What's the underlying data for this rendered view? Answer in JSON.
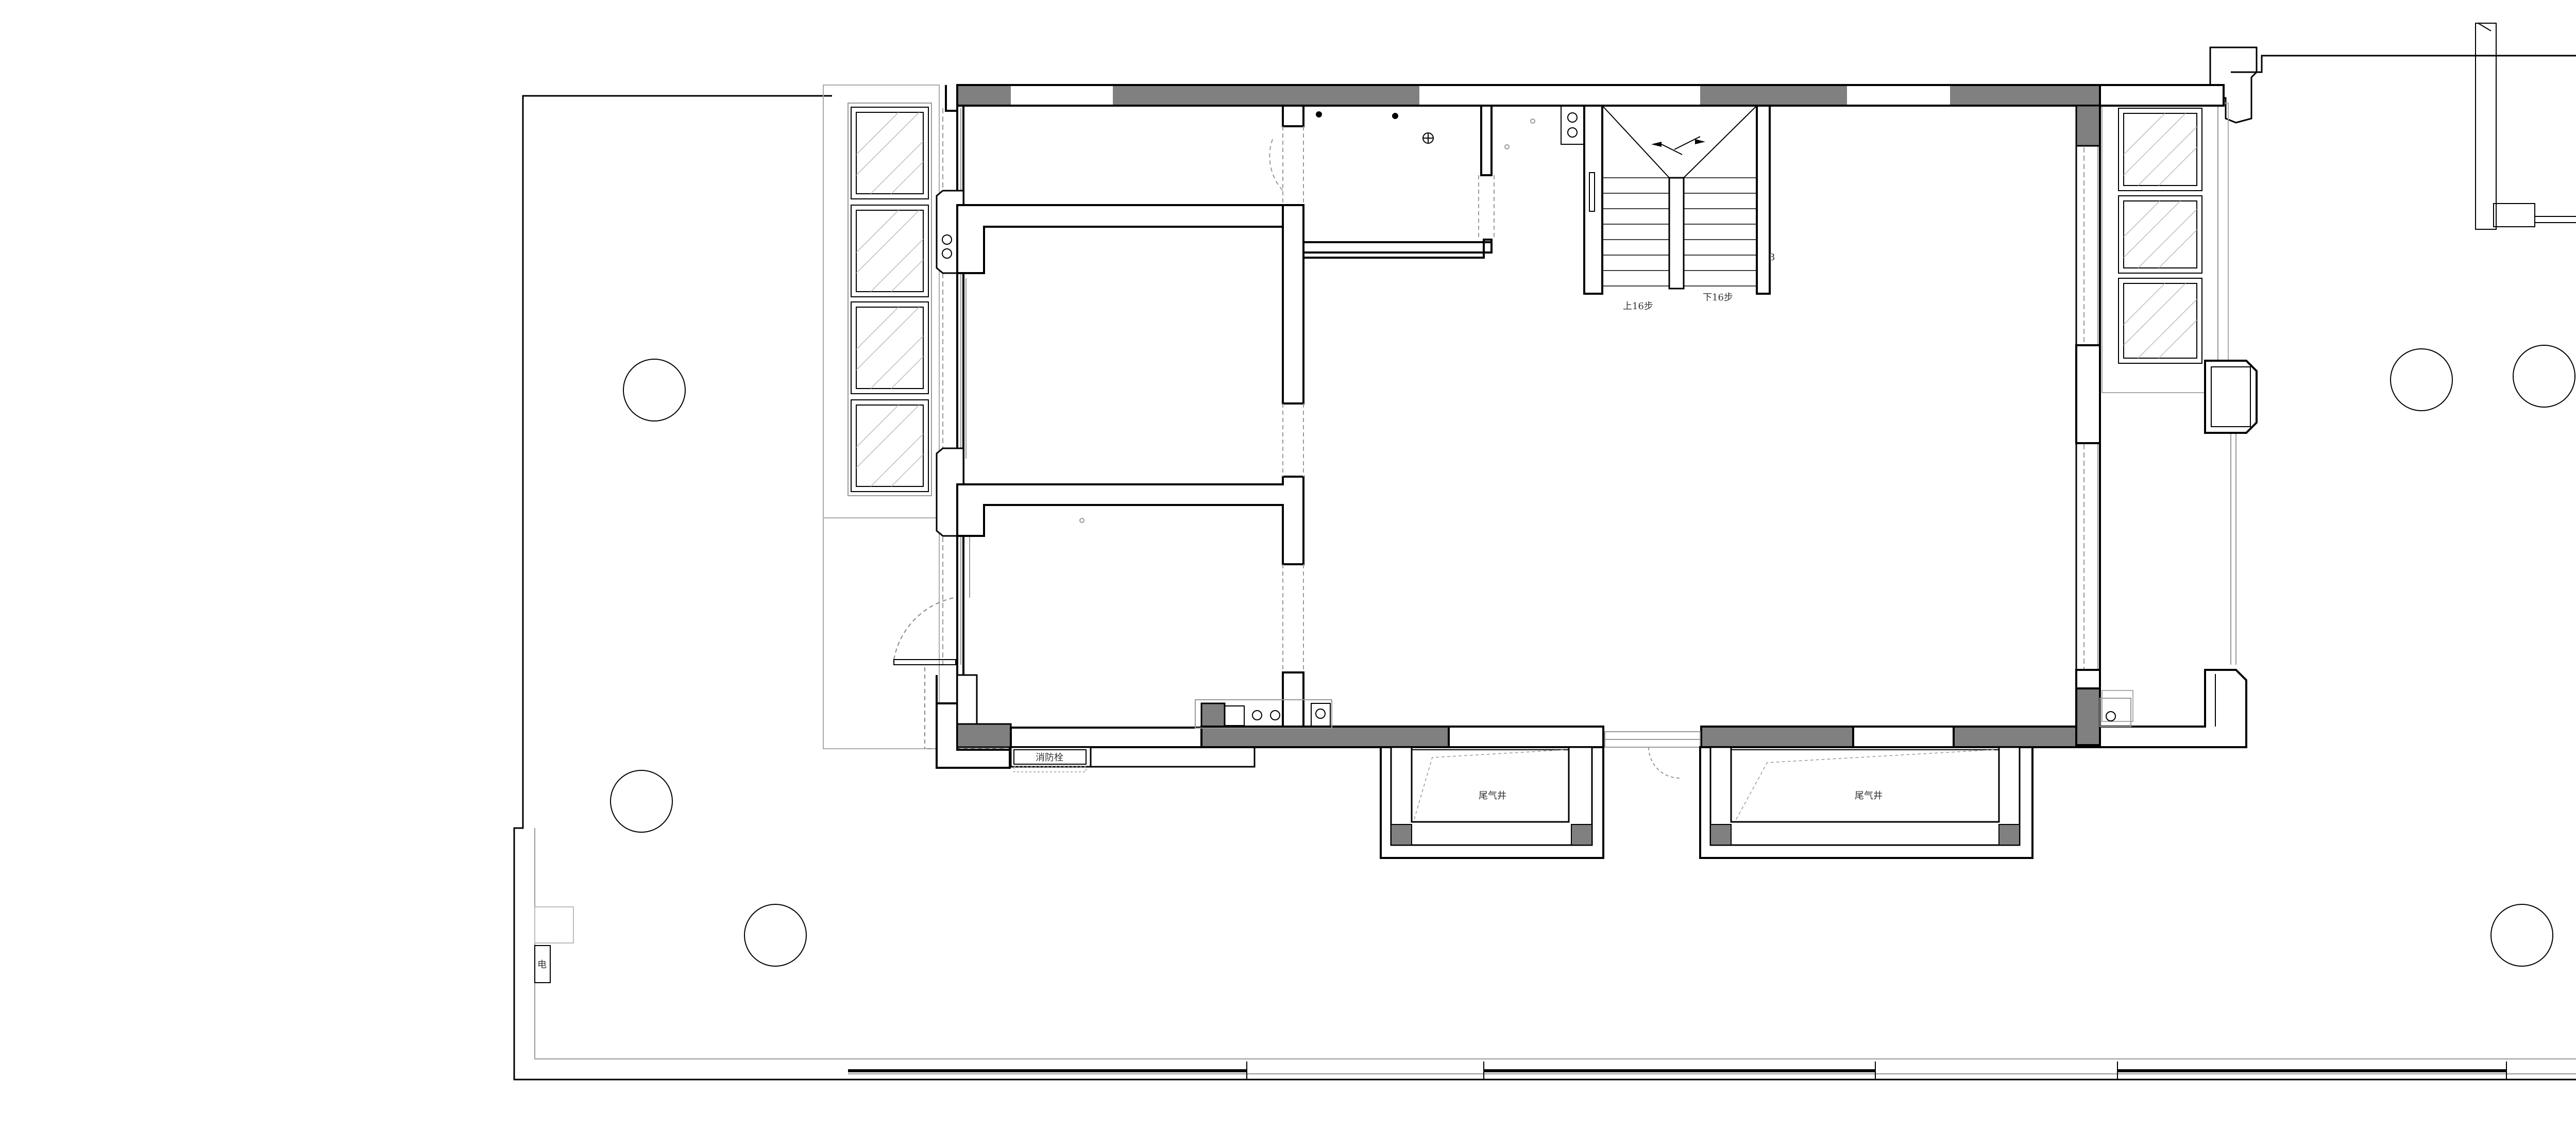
{
  "plan": {
    "stair_up_label": "上16步",
    "stair_down_label": "下16步",
    "fire_hydrant_label": "消防栓",
    "exhaust_shaft_left_label": "尾气井",
    "exhaust_shaft_right_label": "尾气井",
    "wall_marker_label": "电"
  }
}
